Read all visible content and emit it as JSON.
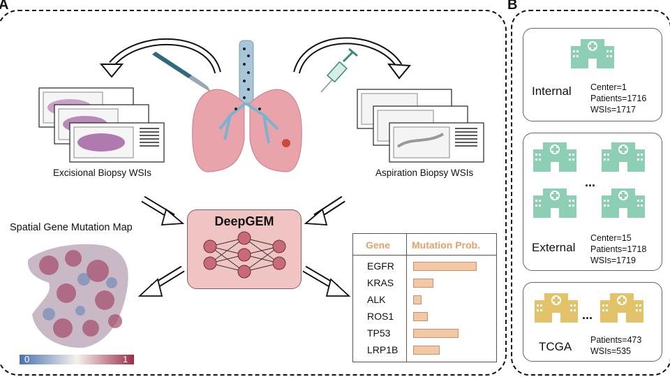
{
  "panels": {
    "a": "A",
    "b": "B"
  },
  "biopsy": {
    "excisional": "Excisional Biopsy WSIs",
    "aspiration": "Aspiration Biopsy WSIs"
  },
  "model": {
    "name": "DeepGEM"
  },
  "map": {
    "title": "Spatial Gene Mutation Map",
    "scale_min": "0",
    "scale_max": "1"
  },
  "table": {
    "header_gene": "Gene",
    "header_prob": "Mutation Prob.",
    "rows": [
      {
        "gene": "EGFR",
        "prob": 0.95
      },
      {
        "gene": "KRAS",
        "prob": 0.3
      },
      {
        "gene": "ALK",
        "prob": 0.12
      },
      {
        "gene": "ROS1",
        "prob": 0.22
      },
      {
        "gene": "TP53",
        "prob": 0.68
      },
      {
        "gene": "LRP1B",
        "prob": 0.4
      }
    ]
  },
  "datasets": {
    "internal": {
      "name": "Internal",
      "center": "Center=1",
      "patients": "Patients=1716",
      "wsis": "WSIs=1717"
    },
    "external": {
      "name": "External",
      "center": "Center=15",
      "patients": "Patients=1718",
      "wsis": "WSIs=1719",
      "ellipsis": "..."
    },
    "tcga": {
      "name": "TCGA",
      "patients": "Patients=473",
      "wsis": "WSIs=535",
      "ellipsis": "..."
    }
  },
  "colors": {
    "hospital_green": "#8dcfb5",
    "hospital_gold": "#e3c36a",
    "accent_orange": "#e5a06a",
    "model_fill": "#f1c4c4"
  }
}
